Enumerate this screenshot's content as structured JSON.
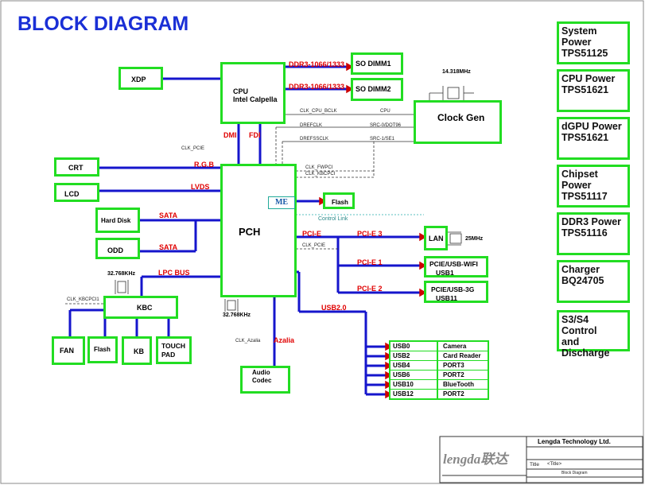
{
  "title": "BLOCK DIAGRAM",
  "blocks": {
    "xdp": "XDP",
    "cpu_line1": "CPU",
    "cpu_line2": "Intel Calpella",
    "sodimm1": "SO DIMM1",
    "sodimm2": "SO DIMM2",
    "clock_gen": "Clock Gen",
    "crt": "CRT",
    "lcd": "LCD",
    "hdd": "Hard Disk",
    "odd": "ODD",
    "pch": "PCH",
    "me": "ME",
    "flash": "Flash",
    "lan": "LAN",
    "wifi_line1": "PCIE/USB-WIFI",
    "wifi_line2": "USB1",
    "g3_line1": "PCIE/USB-3G",
    "g3_line2": "USB11",
    "kbc": "KBC",
    "fan": "FAN",
    "kbc_flash": "Flash",
    "kb": "KB",
    "touchpad_line1": "TOUCH",
    "touchpad_line2": "PAD",
    "audio_line1": "Audio",
    "audio_line2": "Codec"
  },
  "signals": {
    "ddr1": "DDR3-1066/1333",
    "ddr2": "DDR3-1066/1333",
    "dmi": "DMI",
    "fdi": "FDI",
    "rgb": "R.G.B",
    "lvds": "LVDS",
    "sata1": "SATA",
    "sata2": "SATA",
    "pcie_e": "PCI-E",
    "pcie_e3": "PCI-E 3",
    "pcie_e1": "PCI-E 1",
    "pcie_e2": "PCI-E 2",
    "lpc": "LPC BUS",
    "usb20": "USB2.0",
    "azalia": "Azalia"
  },
  "small_labels": {
    "clk_cpu_bclk": "CLK_CPU_BCLK",
    "cpu": "CPU",
    "drefclk": "DREFCLK",
    "src0": "SRC-0/DOT96",
    "drefssclk": "DREFSSCLK",
    "src1": "SRC-1/SE1",
    "clk_pcie": "CLK_PCIE",
    "clk_fwpci": "CLK_FWPCI",
    "clk_kbcpci": "CLK_KBCPCI",
    "clk_pcie2": "CLK_PCIE",
    "clk_kbcpci1": "CLK_KBCPCI1",
    "clk_azalia": "CLK_Azalia",
    "control_link": "Control Link"
  },
  "freqs": {
    "f14": "14.318MHz",
    "f25": "25MHz",
    "f32a": "32.768KHz",
    "f32b": "32.768KHz"
  },
  "usb_ports": [
    {
      "port": "USB0",
      "dev": "Camera"
    },
    {
      "port": "USB2",
      "dev": "Card Reader"
    },
    {
      "port": "USB4",
      "dev": "PORT3"
    },
    {
      "port": "USB6",
      "dev": "PORT2"
    },
    {
      "port": "USB10",
      "dev": "BlueTooth"
    },
    {
      "port": "USB12",
      "dev": "PORT2"
    }
  ],
  "power": [
    {
      "line1": "System Power",
      "line2": "TPS51125"
    },
    {
      "line1": "CPU Power",
      "line2": "TPS51621"
    },
    {
      "line1": "dGPU Power",
      "line2": "TPS51621"
    },
    {
      "line1": "Chipset Power",
      "line2": "TPS51117"
    },
    {
      "line1": "DDR3 Power",
      "line2": "TPS51116"
    },
    {
      "line1": "Charger",
      "line2": "BQ24705"
    },
    {
      "line1": "S3/S4 Control",
      "line2": "and Discharge"
    }
  ],
  "titleblock": {
    "company": "Lengda Technology Ltd.",
    "logo": "lengda联达",
    "title_label": "Title",
    "title_value": "<Title>",
    "sheet": "Block Diagram"
  },
  "colors": {
    "block_border": "#22dd22",
    "bus": "#1515cc",
    "signal_text": "#e00000",
    "title": "#1a2fd6"
  }
}
